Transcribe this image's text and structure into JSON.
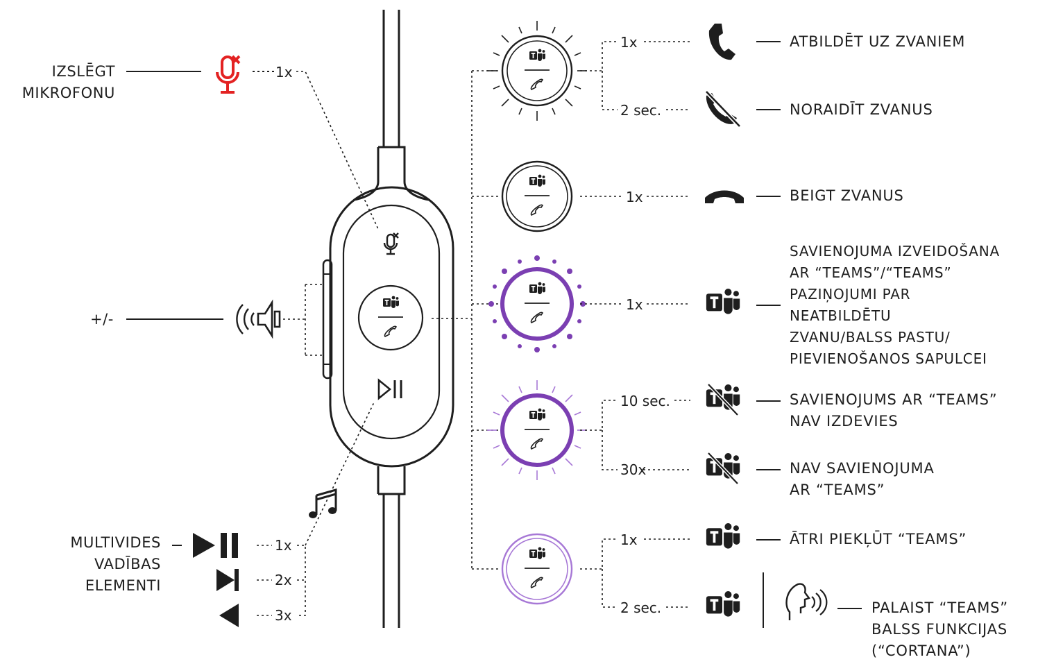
{
  "colors": {
    "ink": "#1e1e1e",
    "mute_red": "#e32222",
    "teams_purple": "#7b3fb2",
    "teams_light_purple": "#a778d6"
  },
  "left_labels": {
    "mute": "IZSLĒGT\nMIKROFONU",
    "volume": "+/-",
    "media": "MULTIVIDES\nVADĪBAS\nELEMENTI"
  },
  "left_counts": {
    "mute": "1x",
    "media_play": "1x",
    "media_next": "2x",
    "media_prev": "3x"
  },
  "rows": [
    {
      "count": "1x",
      "action": "ATBILDĒT UZ ZVANIEM",
      "icon": "phone-answer-icon",
      "ring": "black-glow"
    },
    {
      "count": "2 sec.",
      "action": "NORAIDĪT ZVANUS",
      "icon": "phone-decline-icon",
      "ring": "black-glow"
    },
    {
      "count": "1x",
      "action": "BEIGT ZVANUS",
      "icon": "phone-hangup-icon",
      "ring": "black-solid"
    },
    {
      "count": "1x",
      "action": "SAVIENOJUMA IZVEIDOŠANA\nAR “TEAMS”/“TEAMS”\nPAZIŅOJUMI PAR\nNEATBILDĒTU\nZVANU/BALSS PASTU/\nPIEVIENOŠANOS SAPULCEI",
      "icon": "teams-icon",
      "ring": "purple-pulse"
    },
    {
      "count": "10 sec.",
      "action": "SAVIENOJUMS AR “TEAMS”\nNAV IZDEVIES",
      "icon": "teams-crossed-icon",
      "ring": "purple-glow"
    },
    {
      "count": "30x",
      "action": "NAV SAVIENOJUMA\nAR “TEAMS”",
      "icon": "teams-crossed-icon",
      "ring": "purple-glow"
    },
    {
      "count": "1x",
      "action": "ĀTRI PIEKĻŪT “TEAMS”",
      "icon": "teams-icon",
      "ring": "light-purple"
    },
    {
      "count": "2 sec.",
      "action": "PALAIST “TEAMS”\nBALSS FUNKCIJAS\n(“CORTANA”)",
      "icon": "teams-icon",
      "ring": "light-purple"
    }
  ],
  "icons": {
    "ring_logo": "teams-logo",
    "ring_sub": "phone-icon",
    "voice": "speaking-head-icon",
    "music": "music-note-icon",
    "volume": "speaker-icon"
  }
}
